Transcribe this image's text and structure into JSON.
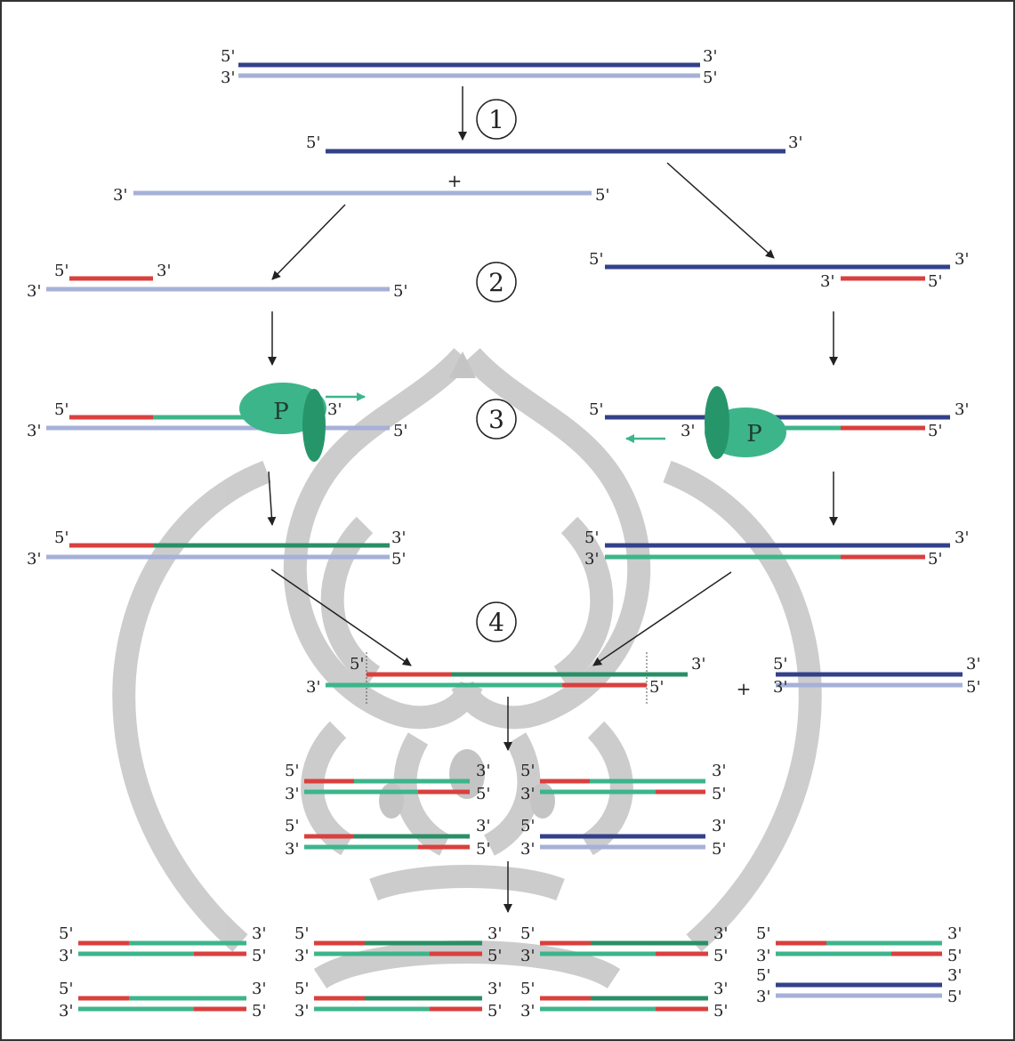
{
  "labels": {
    "five_prime": "5'",
    "three_prime": "3'",
    "plus": "+",
    "polymerase": "P"
  },
  "steps": [
    "1",
    "2",
    "3",
    "4"
  ],
  "colors": {
    "template_dark": "#33418a",
    "template_light": "#a6b1d8",
    "primer": "#d9403e",
    "new_strand": "#3db58a",
    "new_strand_dark": "#2a8f67",
    "polymerase": "#3db58a",
    "polymerase_dark": "#26966a",
    "arrow": "#222222",
    "watermark": "#c4c4c4",
    "text": "#222222"
  },
  "icons": {
    "polymerase": "polymerase-enzyme-icon",
    "watermark": "university-emblem-watermark",
    "step_markers": "circled-number-icon"
  }
}
